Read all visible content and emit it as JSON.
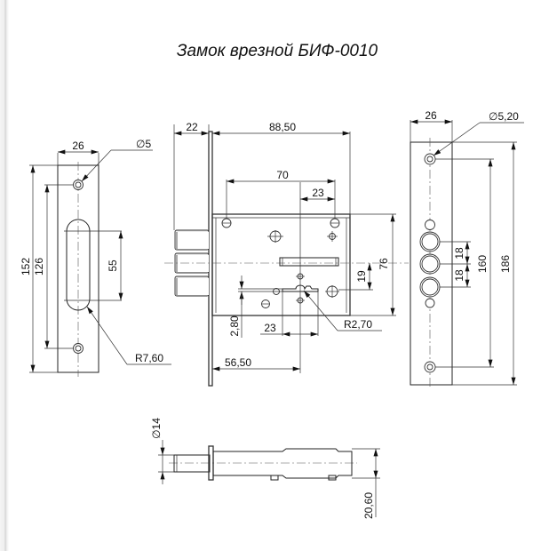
{
  "title": "Замок врезной БИФ-0010",
  "views": {
    "strike_plate": {
      "width": "26",
      "hole_diameter": "∅5",
      "total_height": "152",
      "hole_spacing": "126",
      "slot_length": "55",
      "slot_radius": "R7,60"
    },
    "lock_body": {
      "faceplate_offset": "22",
      "body_depth": "88,50",
      "hole_spacing_horizontal": "70",
      "hole_offset": "23",
      "body_height": "76",
      "bolt_offset": "19",
      "slot_width": "23",
      "slot_height": "2,80",
      "key_radius": "R2,70",
      "backset": "56,50"
    },
    "faceplate": {
      "width": "26",
      "hole_diameter": "∅5,20",
      "bolt_spacing_1": "18",
      "bolt_spacing_2": "18",
      "hole_spacing": "160",
      "total_height": "186"
    },
    "bolt_side": {
      "bolt_diameter": "∅14",
      "height": "20,60"
    }
  }
}
